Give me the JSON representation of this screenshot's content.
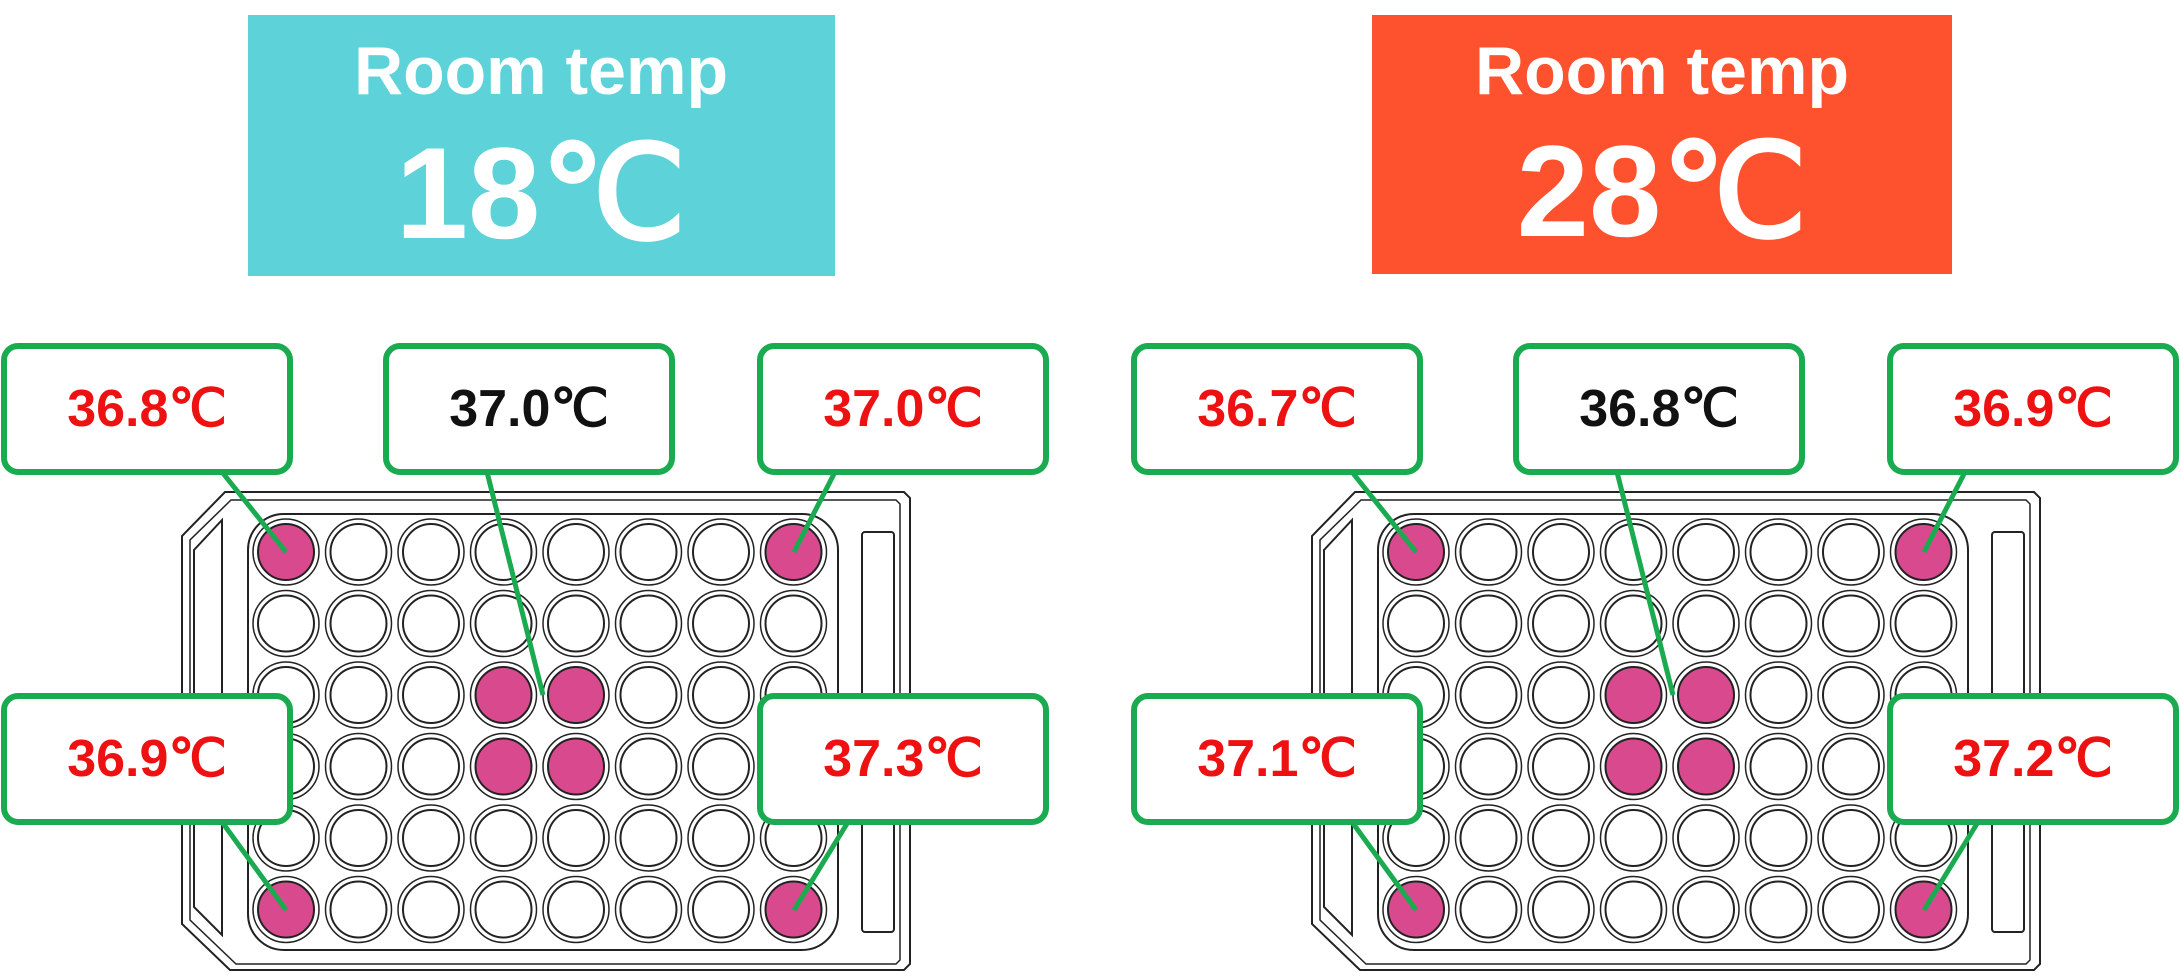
{
  "colors": {
    "cool": "#5dd3d9",
    "warm": "#fe512e",
    "callout_border": "#1aab50",
    "well_highlight": "#d84a8d",
    "text_red": "#ee1111",
    "text_black": "#111111"
  },
  "panels": [
    {
      "title": "Room temp",
      "temperature": "18℃",
      "header_color": "#5dd3d9",
      "callouts": [
        {
          "label": "36.8℃",
          "color": "#ee1111"
        },
        {
          "label": "37.0℃",
          "color": "#111111"
        },
        {
          "label": "37.0℃",
          "color": "#ee1111"
        },
        {
          "label": "36.9℃",
          "color": "#ee1111"
        },
        {
          "label": "37.3℃",
          "color": "#ee1111"
        }
      ]
    },
    {
      "title": "Room temp",
      "temperature": "28℃",
      "header_color": "#fe512e",
      "callouts": [
        {
          "label": "36.7℃",
          "color": "#ee1111"
        },
        {
          "label": "36.8℃",
          "color": "#111111"
        },
        {
          "label": "36.9℃",
          "color": "#ee1111"
        },
        {
          "label": "37.1℃",
          "color": "#ee1111"
        },
        {
          "label": "37.2℃",
          "color": "#ee1111"
        }
      ]
    }
  ],
  "plate": {
    "rows": 6,
    "cols": 8,
    "highlighted_wells": [
      [
        0,
        0
      ],
      [
        0,
        7
      ],
      [
        2,
        3
      ],
      [
        2,
        4
      ],
      [
        3,
        3
      ],
      [
        3,
        4
      ],
      [
        5,
        0
      ],
      [
        5,
        7
      ]
    ]
  }
}
